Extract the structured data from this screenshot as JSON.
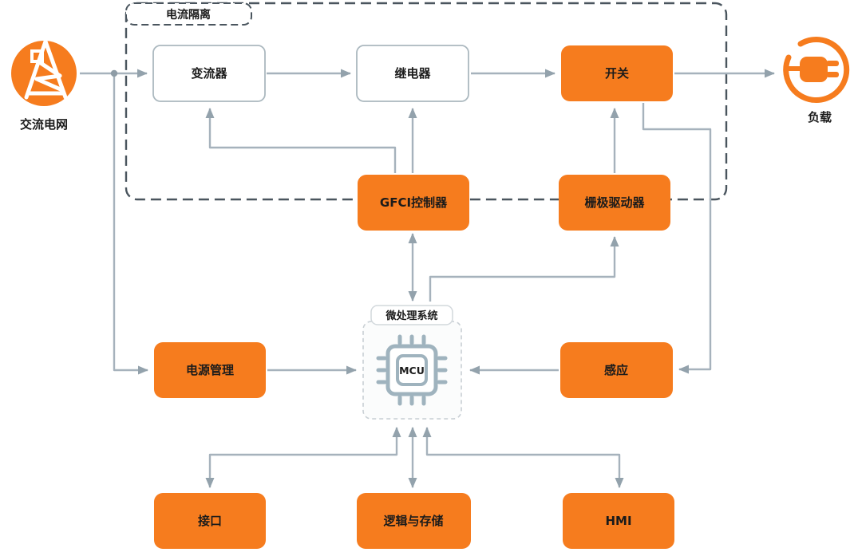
{
  "diagram": {
    "groups": {
      "isolation": {
        "label": "电流隔离"
      },
      "micro": {
        "label": "微处理系统"
      }
    },
    "nodes": {
      "ac_grid": {
        "label": "交流电网",
        "icon": "power-tower-icon"
      },
      "converter": {
        "label": "变流器"
      },
      "relay": {
        "label": "继电器"
      },
      "switch": {
        "label": "开关"
      },
      "load": {
        "label": "负载",
        "icon": "plug-icon"
      },
      "gfci": {
        "label": "GFCI控制器"
      },
      "gate_driver": {
        "label": "栅极驱动器"
      },
      "power_mgmt": {
        "label": "电源管理"
      },
      "mcu": {
        "label": "MCU",
        "icon": "mcu-chip-icon"
      },
      "sensing": {
        "label": "感应"
      },
      "interface": {
        "label": "接口"
      },
      "logic_storage": {
        "label": "逻辑与存储"
      },
      "hmi": {
        "label": "HMI"
      }
    },
    "edges": [
      {
        "from": "交流电网",
        "to": "变流器",
        "type": "arrow"
      },
      {
        "from": "变流器",
        "to": "继电器",
        "type": "arrow"
      },
      {
        "from": "继电器",
        "to": "开关",
        "type": "arrow"
      },
      {
        "from": "开关",
        "to": "负载",
        "type": "arrow"
      },
      {
        "from": "交流电网",
        "to": "电源管理",
        "type": "arrow"
      },
      {
        "from": "电源管理",
        "to": "MCU",
        "type": "arrow"
      },
      {
        "from": "感应",
        "to": "MCU",
        "type": "arrow"
      },
      {
        "from": "GFCI控制器",
        "to": "MCU",
        "type": "bidirectional"
      },
      {
        "from": "GFCI控制器",
        "to": "变流器",
        "type": "arrow"
      },
      {
        "from": "GFCI控制器",
        "to": "继电器",
        "type": "arrow"
      },
      {
        "from": "MCU",
        "to": "栅极驱动器",
        "type": "arrow"
      },
      {
        "from": "栅极驱动器",
        "to": "开关",
        "type": "arrow"
      },
      {
        "from": "开关",
        "to": "感应",
        "type": "arrow"
      },
      {
        "from": "MCU",
        "to": "接口",
        "type": "bidirectional"
      },
      {
        "from": "MCU",
        "to": "逻辑与存储",
        "type": "bidirectional"
      },
      {
        "from": "MCU",
        "to": "HMI",
        "type": "bidirectional"
      }
    ],
    "colors": {
      "accent_orange": "#F67C1E",
      "line_gray": "#A6B2BC",
      "arrowhead_gray": "#93A2AC",
      "isolation_border": "#4A555E",
      "box_border_gray": "#ABB8BF",
      "text": "#1b1b1b"
    }
  }
}
